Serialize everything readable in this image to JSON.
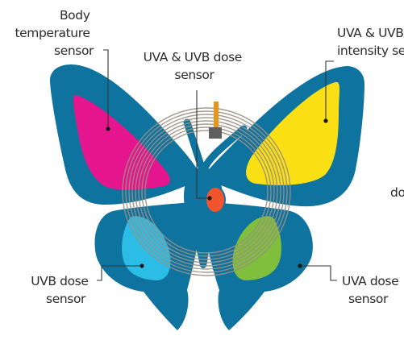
{
  "labels": {
    "body_temperature": [
      "Body",
      "temperature",
      "sensor"
    ],
    "uva_uvb_dose": [
      "UVA & UVB dose",
      "sensor"
    ],
    "uva_uvb_intensity": [
      "UVA & UVB",
      "intensity se"
    ],
    "uvb_dose": [
      "UVB dose",
      "sensor"
    ],
    "uva_dose": [
      "UVA dose",
      "sensor"
    ],
    "partial_right": "do"
  },
  "colors": {
    "body": "#0f73a0",
    "left_upper_wing": "#e5158d",
    "right_upper_wing": "#f9df13",
    "left_lower_wing": "#2cbde6",
    "right_lower_wing": "#7fbf3b",
    "center_sensor": "#f1552d",
    "coil": "#9a9085",
    "chip": "#5f5f5f",
    "chip_lead": "#e7951c"
  },
  "icons": {
    "center_sensor": "center-sensor-icon",
    "nfc_coil": "nfc-coil-icon",
    "nfc_chip": "nfc-chip-icon"
  }
}
